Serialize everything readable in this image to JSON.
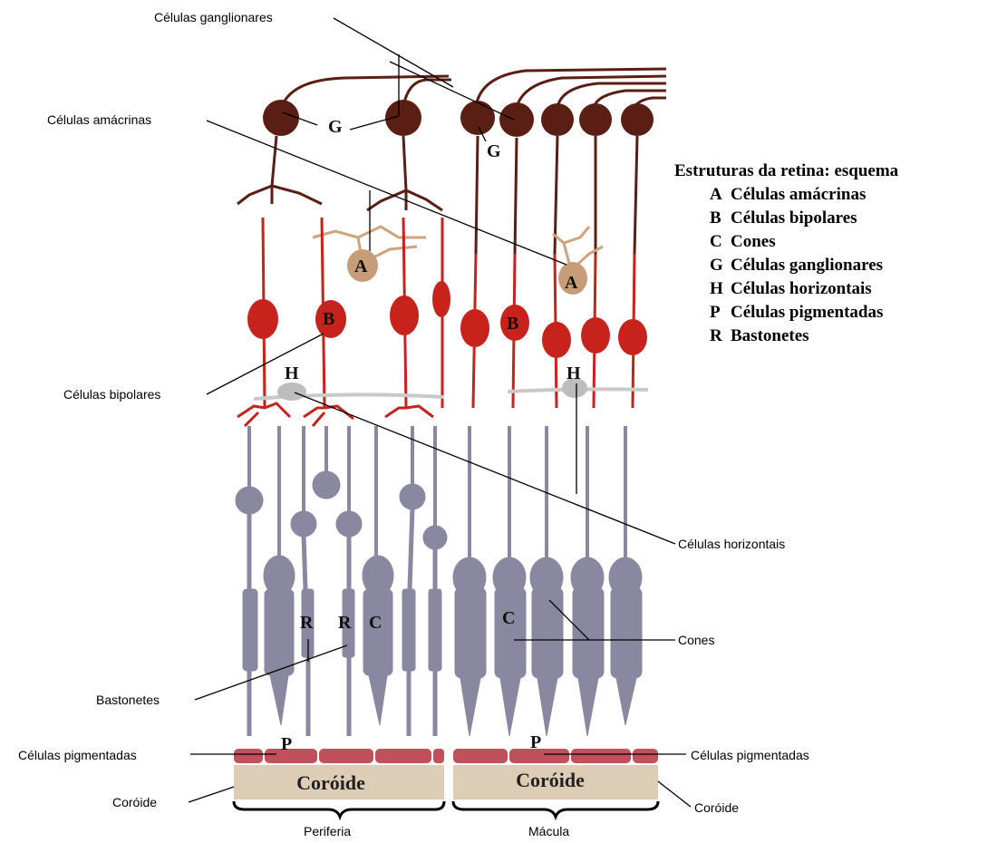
{
  "labels": {
    "ganglion": "Células ganglionares",
    "amacrine": "Células amácrinas",
    "bipolar": "Células bipolares",
    "horizontal": "Células horizontais",
    "cones": "Cones",
    "rods": "Bastonetes",
    "pigment_left": "Células pigmentadas",
    "pigment_right": "Células pigmentadas",
    "choroid_left": "Coróide",
    "choroid_right": "Coróide",
    "periphery": "Periferia",
    "macula": "Mácula"
  },
  "letters": {
    "G": "G",
    "A": "A",
    "B": "B",
    "H": "H",
    "R": "R",
    "C": "C",
    "P": "P"
  },
  "choroid_band_text": "Coróide",
  "legend": {
    "title": "Estruturas da retina: esquema",
    "items": [
      {
        "letter": "A",
        "text": "Células amácrinas"
      },
      {
        "letter": "B",
        "text": "Células bipolares"
      },
      {
        "letter": "C",
        "text": "Cones"
      },
      {
        "letter": "G",
        "text": "Células ganglionares"
      },
      {
        "letter": "H",
        "text": "Células horizontais"
      },
      {
        "letter": "P",
        "text": "Células pigmentadas"
      },
      {
        "letter": "R",
        "text": "Bastonetes"
      }
    ]
  },
  "colors": {
    "ganglion": "#5a1e14",
    "bipolar": "#c8221c",
    "amacrine": "#cfa37c",
    "horizontal": "#c9c9c9",
    "photoreceptor": "#8a88a0",
    "pigment": "#c0505c",
    "choroid": "#ddcdb6"
  }
}
